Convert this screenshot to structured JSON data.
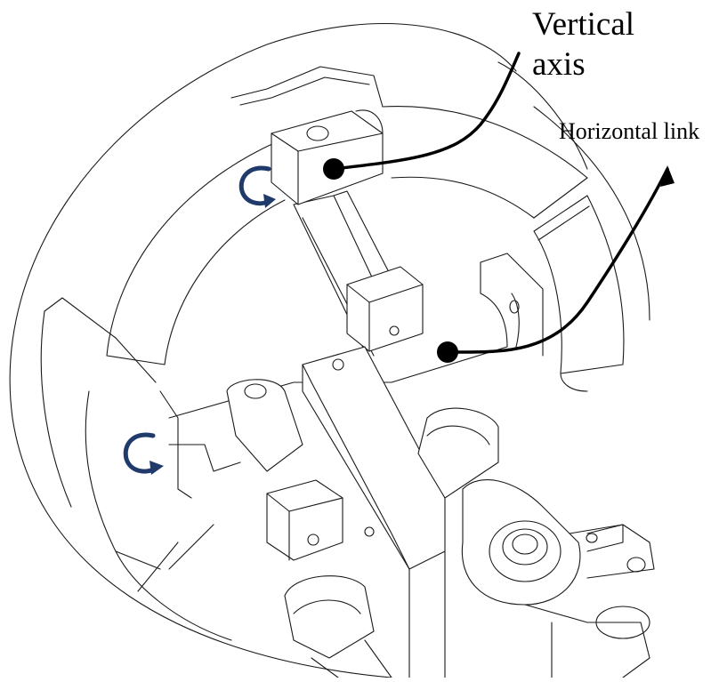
{
  "labels": {
    "vertical_axis_line1": "Vertical",
    "vertical_axis_line2": "axis",
    "horizontal_link": "Horizontal link"
  },
  "colors": {
    "line": "#1a1a1a",
    "marker": "#000000",
    "rotation_arrow": "#1f3a6b",
    "background": "#ffffff"
  },
  "icons": {
    "rotation_upper": "rotation-arrow-icon",
    "rotation_lower": "rotation-arrow-icon"
  }
}
